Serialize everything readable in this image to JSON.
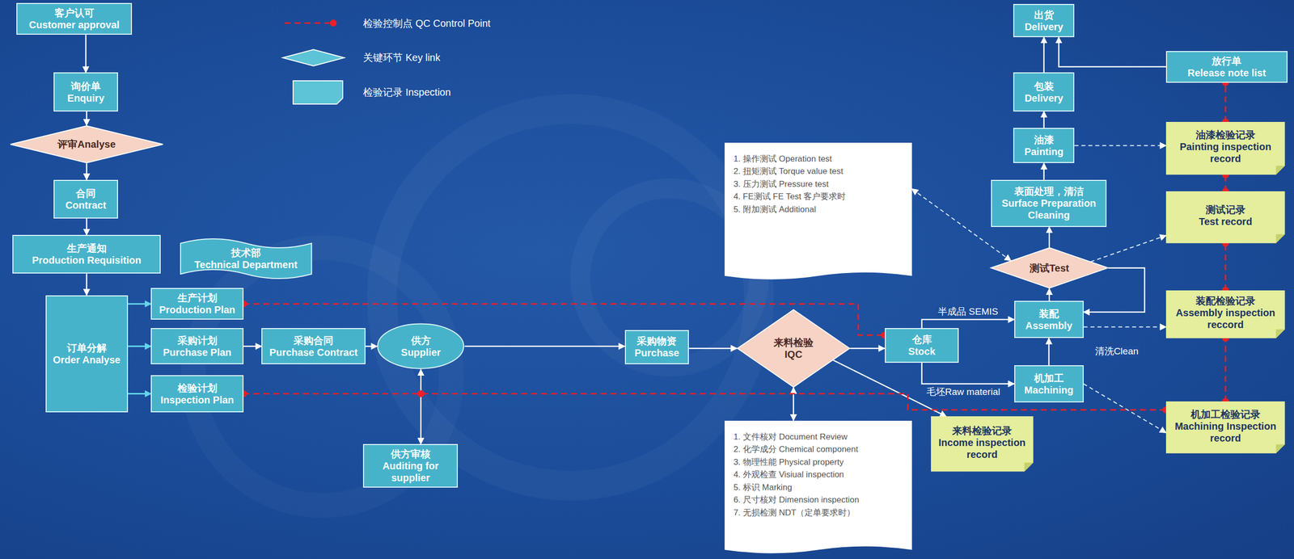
{
  "diagram": {
    "nodes": [
      {
        "text": [
          "客户认可",
          "Customer approval"
        ]
      },
      {
        "text": [
          "询价单",
          "Enquiry"
        ]
      },
      {
        "text": [
          "评审Analyse"
        ]
      },
      {
        "text": [
          "合同",
          "Contract"
        ]
      },
      {
        "text": [
          "生产通知",
          "Production Requisition"
        ]
      },
      {
        "text": [
          "技术部",
          "Technical Department"
        ]
      },
      {
        "text": [
          "订单分解",
          "Order Analyse"
        ]
      },
      {
        "text": [
          "生产计划",
          "Production Plan"
        ]
      },
      {
        "text": [
          "采购计划",
          "Purchase Plan"
        ]
      },
      {
        "text": [
          "检验计划",
          "Inspection Plan"
        ]
      },
      {
        "text": [
          "采购合同",
          "Purchase Contract"
        ]
      },
      {
        "text": [
          "供方",
          "Supplier"
        ]
      },
      {
        "text": [
          "供方审核",
          "Auditing for supplier"
        ]
      },
      {
        "text": [
          "采购物资",
          "Purchase"
        ]
      },
      {
        "text": [
          "来料检验",
          "IQC"
        ]
      },
      {
        "text": [
          "仓库",
          "Stock"
        ]
      },
      {
        "text": [
          "来料检验记录",
          "Income inspection record"
        ]
      },
      {
        "text": [
          "机加工",
          "Machining"
        ]
      },
      {
        "text": [
          "装配",
          "Assembly"
        ]
      },
      {
        "text": [
          "测试Test"
        ]
      },
      {
        "text": [
          "表面处理，清洁",
          "Surface Preparation Cleaning"
        ]
      },
      {
        "text": [
          "油漆",
          "Painting"
        ]
      },
      {
        "text": [
          "包装",
          "Delivery"
        ]
      },
      {
        "text": [
          "出货",
          "Delivery"
        ]
      },
      {
        "text": [
          "放行单",
          "Release note list"
        ]
      },
      {
        "text": [
          "油漆检验记录",
          "Painting inspection record"
        ]
      },
      {
        "text": [
          "测试记录",
          "Test record"
        ]
      },
      {
        "text": [
          "装配检验记录",
          "Assembly inspection reccord"
        ]
      },
      {
        "text": [
          "机加工检验记录",
          "Machining Inspection record"
        ]
      },
      {
        "text": [
          "1. 操作测试 Operation test",
          "2. 扭矩测试 Torque value test",
          "3. 压力测试 Pressure test",
          "4. FE测试 FE Test 客户要求时",
          "5. 附加测试 Additional"
        ]
      },
      {
        "text": [
          "1. 文件核对 Document Review",
          "2. 化学成分 Chemical component",
          "3. 物理性能 Physical property",
          "4. 外观检查 Visiual inspection",
          "5. 标识 Marking",
          "6. 尺寸核对 Dimension inspection",
          "7. 无损检测 NDT（定单要求时）"
        ]
      }
    ],
    "edges": [
      {
        "from": 0,
        "to": 1,
        "arrow": "to"
      },
      {
        "from": 1,
        "to": 2,
        "arrow": "to"
      },
      {
        "from": 2,
        "to": 3,
        "arrow": "to"
      },
      {
        "from": 3,
        "to": 4,
        "arrow": "to"
      },
      {
        "from": 4,
        "to": 6,
        "arrow": "to"
      },
      {
        "from": 6,
        "to": 7,
        "arrow": "to"
      },
      {
        "from": 6,
        "to": 8,
        "arrow": "to"
      },
      {
        "from": 6,
        "to": 9,
        "arrow": "to"
      },
      {
        "from": 8,
        "to": 10,
        "arrow": "to"
      },
      {
        "from": 10,
        "to": 11,
        "arrow": "to"
      },
      {
        "from": 11,
        "to": 13,
        "arrow": "to"
      },
      {
        "from": 12,
        "to": 11,
        "arrow": "both"
      },
      {
        "from": 13,
        "to": 14,
        "arrow": "to"
      },
      {
        "from": 14,
        "to": 15,
        "arrow": "to"
      },
      {
        "from": 14,
        "to": 16,
        "arrow": "to"
      },
      {
        "from": 14,
        "to": 30,
        "arrow": "both"
      },
      {
        "from": 15,
        "to": 18,
        "label": "半成品 SEMIS",
        "arrow": "to"
      },
      {
        "from": 15,
        "to": 17,
        "label": "毛坯Raw material",
        "arrow": "to"
      },
      {
        "from": 17,
        "to": 18,
        "label": "清洗Clean",
        "arrow": "to"
      },
      {
        "from": 18,
        "to": 19,
        "arrow": "to"
      },
      {
        "from": 19,
        "to": 20,
        "arrow": "to"
      },
      {
        "from": 20,
        "to": 21,
        "arrow": "to"
      },
      {
        "from": 21,
        "to": 22,
        "arrow": "to"
      },
      {
        "from": 22,
        "to": 23,
        "arrow": "to"
      },
      {
        "from": 24,
        "to": 23,
        "arrow": "to"
      },
      {
        "from": 19,
        "to": 18,
        "arrow": "to"
      },
      {
        "from": 19,
        "to": 29,
        "arrow": "both"
      },
      {
        "from": 19,
        "to": 26,
        "arrow": "to"
      },
      {
        "from": 18,
        "to": 27,
        "arrow": "to"
      },
      {
        "from": 17,
        "to": 28,
        "arrow": "to"
      },
      {
        "from": 21,
        "to": 25,
        "arrow": "to"
      },
      {
        "from": 7,
        "to": 15,
        "arrow": "none"
      },
      {
        "from": 9,
        "to": 28,
        "arrow": "none"
      },
      {
        "from": 28,
        "to": 27,
        "arrow": "none"
      },
      {
        "from": 27,
        "to": 26,
        "arrow": "none"
      },
      {
        "from": 26,
        "to": 25,
        "arrow": "none"
      },
      {
        "from": 25,
        "to": 24,
        "arrow": "none"
      }
    ],
    "legend": [
      {
        "text": "检验控制点 QC Control Point"
      },
      {
        "text": "关键环节 Key link"
      },
      {
        "text": "检验记录 Inspection"
      }
    ]
  }
}
